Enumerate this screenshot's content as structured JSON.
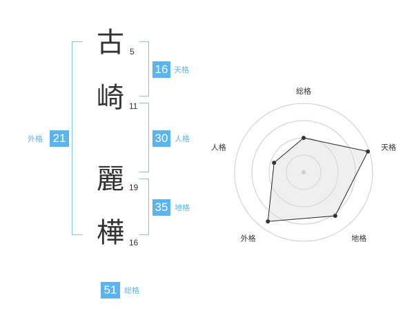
{
  "name_chars": [
    {
      "char": "古",
      "strokes": "5"
    },
    {
      "char": "崎",
      "strokes": "11"
    },
    {
      "char": "麗",
      "strokes": "19"
    },
    {
      "char": "樺",
      "strokes": "16"
    }
  ],
  "grades": {
    "tenkaku": {
      "value": "16",
      "label": "天格"
    },
    "jinkaku": {
      "value": "30",
      "label": "人格"
    },
    "chikaku": {
      "value": "35",
      "label": "地格"
    },
    "gaikaku": {
      "value": "21",
      "label": "外格"
    },
    "soukaku": {
      "value": "51",
      "label": "総格"
    }
  },
  "colors": {
    "accent": "#5ab4f0",
    "bracket": "#7cc3f2",
    "text": "#333333"
  },
  "chart_data": {
    "type": "radar",
    "axes": [
      "総格",
      "天格",
      "地格",
      "外格",
      "人格"
    ],
    "values": [
      0.5,
      0.98,
      0.78,
      0.88,
      0.45
    ],
    "rings": 4
  }
}
